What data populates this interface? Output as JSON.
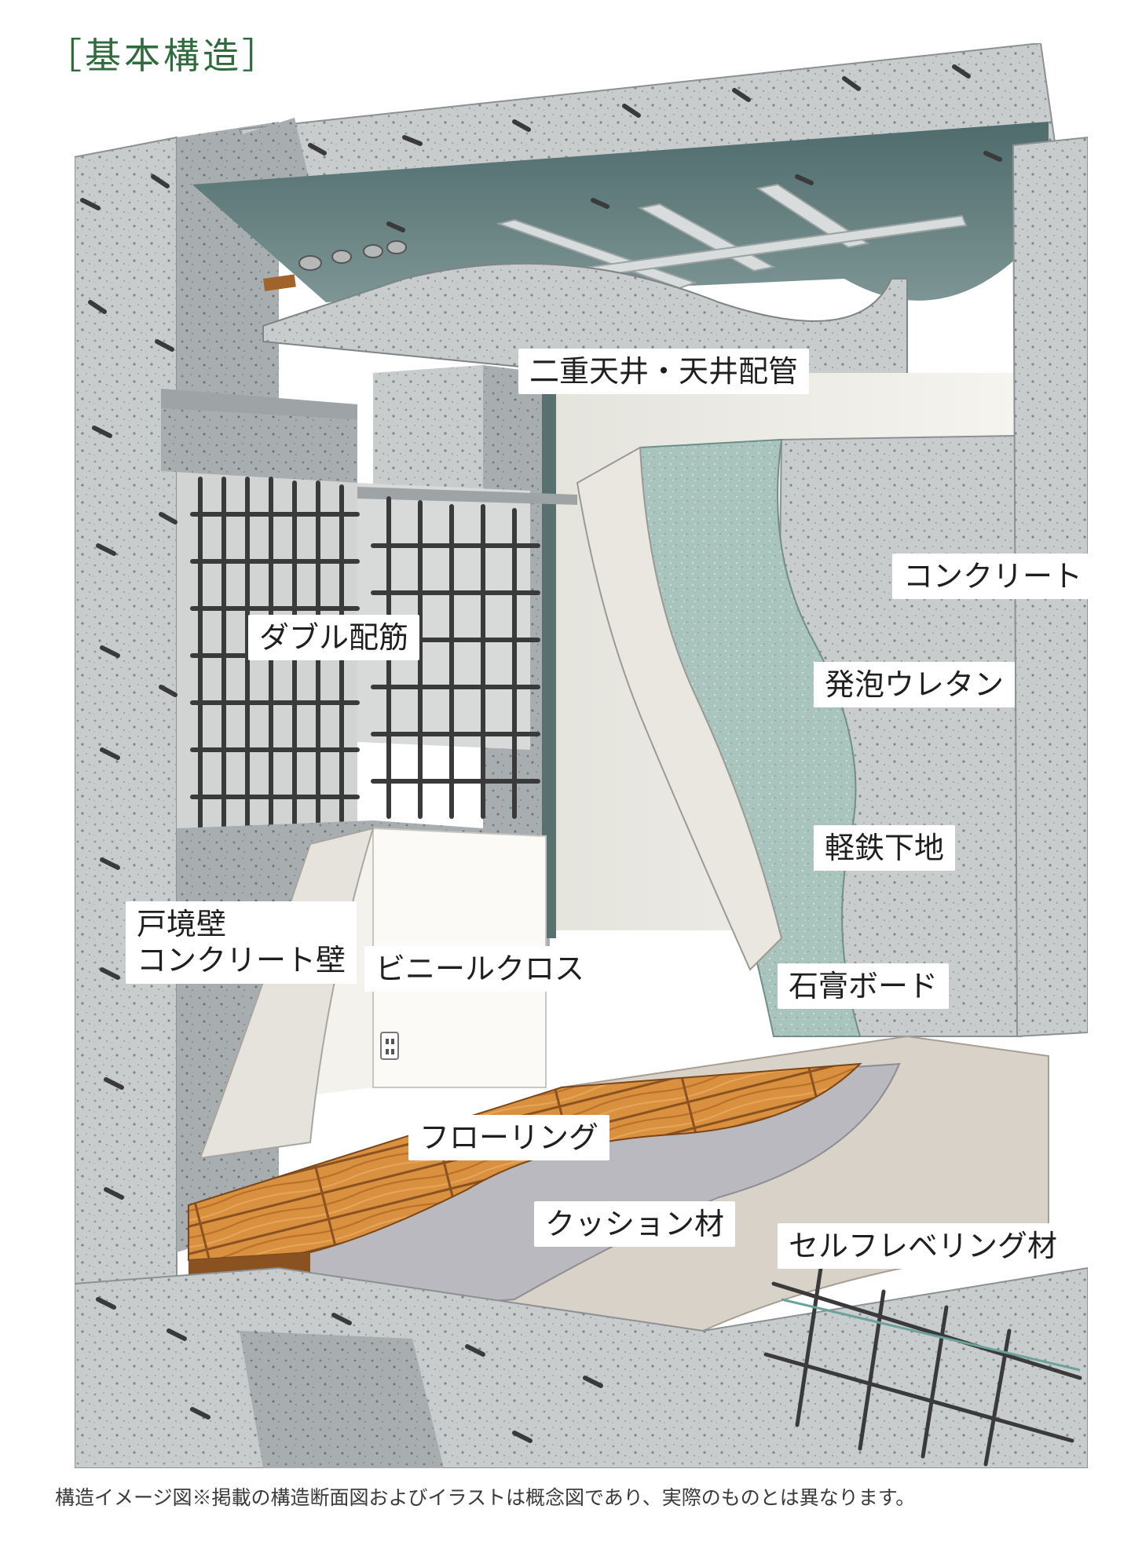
{
  "title": "基本構造",
  "labels": {
    "double_ceiling": "二重天井・天井配管",
    "concrete": "コンクリート",
    "double_rebar": "ダブル配筋",
    "urethane_foam": "発泡ウレタン",
    "light_steel": "軽鉄下地",
    "party_wall_line1": "戸境壁",
    "party_wall_line2": "コンクリート壁",
    "vinyl_cloth": "ビニールクロス",
    "gypsum_board": "石膏ボード",
    "flooring": "フローリング",
    "cushion": "クッション材",
    "self_leveling": "セルフレベリング材"
  },
  "caption": "構造イメージ図※掲載の構造断面図およびイラストは概念図であり、実際のものとは異なります。",
  "colors": {
    "title_green": "#2f6b3c",
    "concrete": "#c9cccd",
    "concrete_dark": "#9ea3a5",
    "ceiling_teal": "#5f7d7d",
    "wall_white": "#efeee8",
    "urethane": "#a9c3bd",
    "floor_wood": "#d9903f",
    "cushion": "#b9b9bf",
    "leveling": "#d9d2c8",
    "rebar": "#3a3a3a"
  },
  "icons": [
    "electrical-outlet-icon"
  ]
}
